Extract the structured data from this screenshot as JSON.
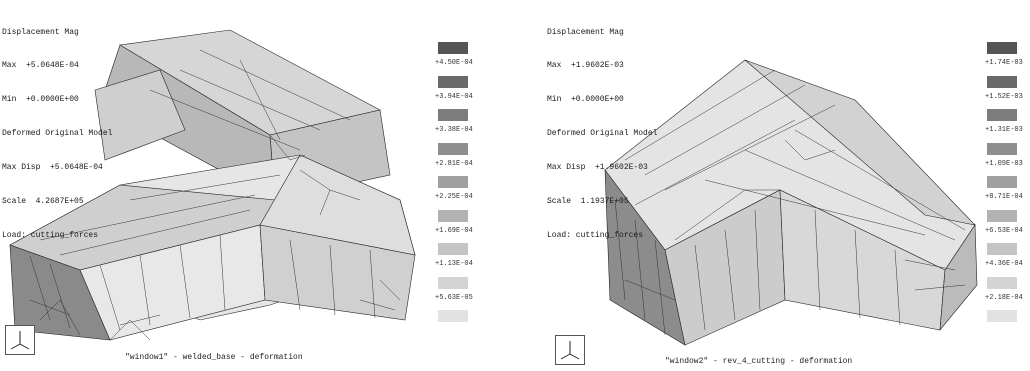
{
  "views": [
    {
      "info_lines": [
        "Displacement Mag",
        "Max  +5.0648E-04",
        "Min  +0.0000E+00",
        "Deformed Original Model",
        "Max Disp  +5.0648E-04",
        "Scale  4.2687E+05",
        "Load: cutting_forces"
      ],
      "legend_labels": [
        "+4.50E-04",
        "+3.94E-04",
        "+3.38E-04",
        "+2.81E-04",
        "+2.25E-04",
        "+1.69E-04",
        "+1.13E-04",
        "+5.63E-05"
      ],
      "legend_colors": [
        "#555555",
        "#6a6a6a",
        "#7c7c7c",
        "#8e8e8e",
        "#a0a0a0",
        "#b2b2b2",
        "#c4c4c4",
        "#d4d4d4",
        "#e2e2e2"
      ],
      "caption": "\"window1\" - welded_base - deformation",
      "triad_icon": "axis-triad-icon"
    },
    {
      "info_lines": [
        "Displacement Mag",
        "Max  +1.9602E-03",
        "Min  +0.0000E+00",
        "Deformed Original Model",
        "Max Disp  +1.9602E-03",
        "Scale  1.1937E+05",
        "Load: cutting_forces"
      ],
      "legend_labels": [
        "+1.74E-03",
        "+1.52E-03",
        "+1.31E-03",
        "+1.09E-03",
        "+8.71E-04",
        "+6.53E-04",
        "+4.36E-04",
        "+2.18E-04"
      ],
      "legend_colors": [
        "#555555",
        "#6a6a6a",
        "#7c7c7c",
        "#8e8e8e",
        "#a0a0a0",
        "#b2b2b2",
        "#c4c4c4",
        "#d4d4d4",
        "#e2e2e2"
      ],
      "caption": "\"window2\" - rev_4_cutting - deformation",
      "triad_icon": "axis-triad-icon"
    }
  ]
}
